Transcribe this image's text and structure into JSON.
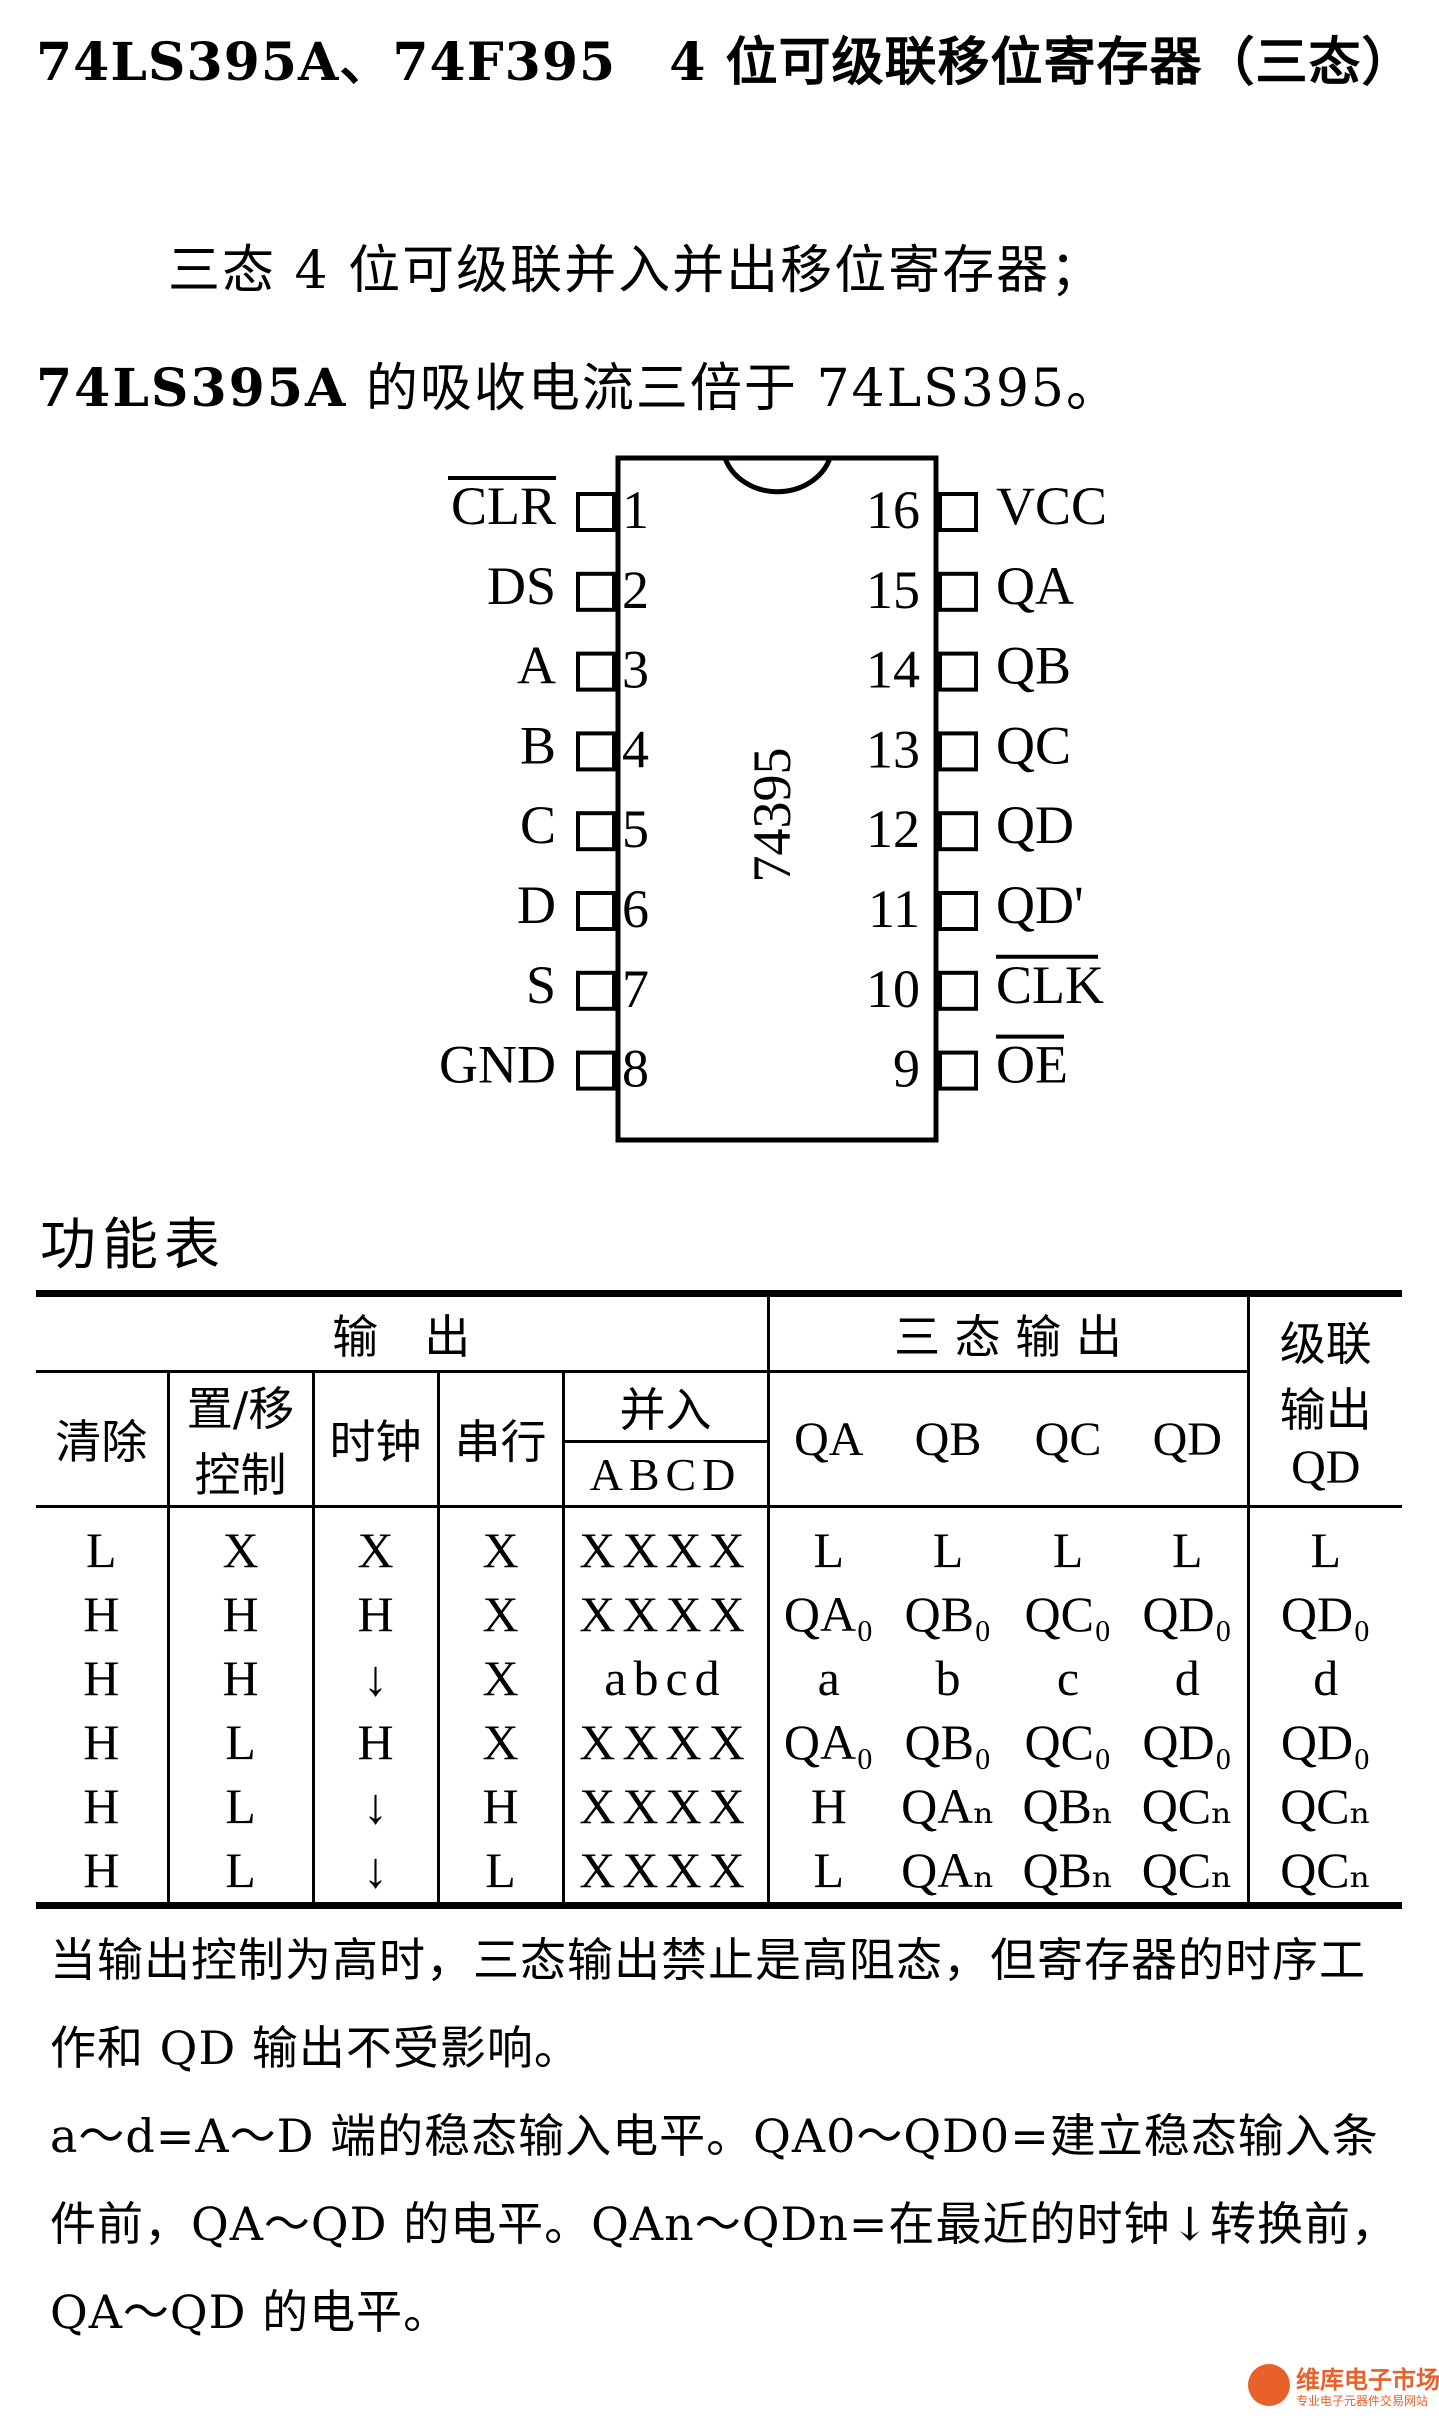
{
  "title": "74LS395A、74F395　4 位可级联移位寄存器（三态）",
  "intro": {
    "line1": "三态 4 位可级联并入并出移位寄存器；",
    "line2_part": "74LS395A",
    "line2_rest": " 的吸收电流三倍于 ",
    "line2_part2": "74LS395。"
  },
  "chip": {
    "part": "74395",
    "left_pins": [
      {
        "num": "1",
        "label": "CLR",
        "bar": true
      },
      {
        "num": "2",
        "label": "DS",
        "bar": false
      },
      {
        "num": "3",
        "label": "A",
        "bar": false
      },
      {
        "num": "4",
        "label": "B",
        "bar": false
      },
      {
        "num": "5",
        "label": "C",
        "bar": false
      },
      {
        "num": "6",
        "label": "D",
        "bar": false
      },
      {
        "num": "7",
        "label": "S",
        "bar": false
      },
      {
        "num": "8",
        "label": "GND",
        "bar": false
      }
    ],
    "right_pins": [
      {
        "num": "16",
        "label": "VCC",
        "bar": false
      },
      {
        "num": "15",
        "label": "QA",
        "bar": false
      },
      {
        "num": "14",
        "label": "QB",
        "bar": false
      },
      {
        "num": "13",
        "label": "QC",
        "bar": false
      },
      {
        "num": "12",
        "label": "QD",
        "bar": false
      },
      {
        "num": "11",
        "label": "QD'",
        "bar": false
      },
      {
        "num": "10",
        "label": "CLK",
        "bar": true
      },
      {
        "num": "9",
        "label": "OE",
        "bar": true
      }
    ]
  },
  "func_title": "功能表",
  "table": {
    "group_input": "输　出",
    "group_tristate": "三 态 输 出",
    "cascade_line1": "级联",
    "cascade_line2": "输出",
    "cascade_line3": "QD",
    "col_clear": "清除",
    "col_mode1": "置/移",
    "col_mode2": "控制",
    "col_clock": "时钟",
    "col_serial": "串行",
    "col_parallel": "并入",
    "col_abcd": "ABCD",
    "col_qa": "QA",
    "col_qb": "QB",
    "col_qc": "QC",
    "col_qd": "QD",
    "rows": [
      [
        "L",
        "X",
        "X",
        "X",
        "XXXX",
        "L",
        "L",
        "L",
        "L",
        "L"
      ],
      [
        "H",
        "H",
        "H",
        "X",
        "XXXX",
        "QA₀",
        "QB₀",
        "QC₀",
        "QD₀",
        "QD₀"
      ],
      [
        "H",
        "H",
        "↓",
        "X",
        "abcd",
        "a",
        "b",
        "c",
        "d",
        "d"
      ],
      [
        "H",
        "L",
        "H",
        "X",
        "XXXX",
        "QA₀",
        "QB₀",
        "QC₀",
        "QD₀",
        "QD₀"
      ],
      [
        "H",
        "L",
        "↓",
        "H",
        "XXXX",
        "H",
        "QAₙ",
        "QBₙ",
        "QCₙ",
        "QCₙ"
      ],
      [
        "H",
        "L",
        "↓",
        "L",
        "XXXX",
        "L",
        "QAₙ",
        "QBₙ",
        "QCₙ",
        "QCₙ"
      ]
    ]
  },
  "notes": {
    "p1": "当输出控制为高时，三态输出禁止是高阻态，但寄存器的时序工作和 QD 输出不受影响。",
    "p2": "a～d=A～D 端的稳态输入电平。QA0～QD0=建立稳态输入条件前，QA～QD 的电平。QAn～QDn=在最近的时钟↓转换前，QA～QD 的电平。"
  },
  "watermark": {
    "line1": "维库电子市场网",
    "line2": "专业电子元器件交易网站"
  }
}
